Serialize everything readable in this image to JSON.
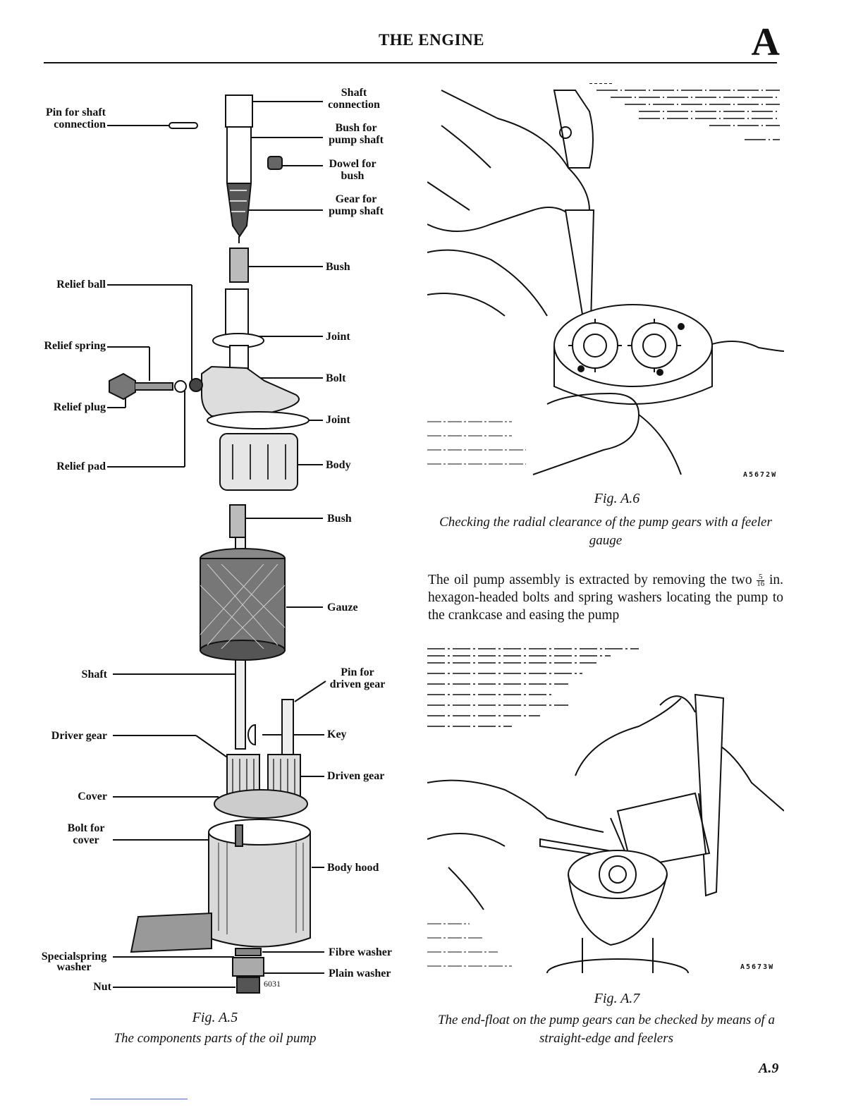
{
  "header": {
    "title": "THE ENGINE",
    "section_letter": "A"
  },
  "fig5": {
    "labels": {
      "pin_shaft": "Pin for shaft\nconnection",
      "shaft_connection": "Shaft\nconnection",
      "bush_pump_shaft": "Bush for\npump shaft",
      "dowel_bush": "Dowel for\nbush",
      "gear_pump_shaft": "Gear for\npump shaft",
      "bush1": "Bush",
      "relief_ball": "Relief ball",
      "joint1": "Joint",
      "relief_spring": "Relief spring",
      "bolt": "Bolt",
      "relief_plug": "Relief plug",
      "joint2": "Joint",
      "relief_pad": "Relief pad",
      "body": "Body",
      "bush2": "Bush",
      "gauze": "Gauze",
      "shaft": "Shaft",
      "pin_driven_gear": "Pin for\ndriven gear",
      "driver_gear": "Driver gear",
      "key": "Key",
      "driven_gear": "Driven gear",
      "cover": "Cover",
      "bolt_cover": "Bolt for\ncover",
      "body_hood": "Body hood",
      "special_spring_washer": "Specialspring\nwasher",
      "fibre_washer": "Fibre washer",
      "plain_washer": "Plain washer",
      "nut": "Nut",
      "drawing_no": "6031"
    },
    "fig_label": "Fig. A.5",
    "caption": "The components parts of the oil pump"
  },
  "fig6": {
    "code": "A5672W",
    "fig_label": "Fig. A.6",
    "caption": "Checking the radial clearance of the pump gears with a feeler gauge"
  },
  "body_text": {
    "part1": "The oil pump assembly is extracted by removing the two",
    "frac_num": "5",
    "frac_den": "16",
    "part2": "in. hexagon-headed bolts and spring washers locating the pump to the crankcase and easing the pump"
  },
  "fig7": {
    "code": "A5673W",
    "fig_label": "Fig. A.7",
    "caption": "The end-float on the pump gears can be checked by means of a straight-edge and feelers"
  },
  "page_number": "A.9"
}
